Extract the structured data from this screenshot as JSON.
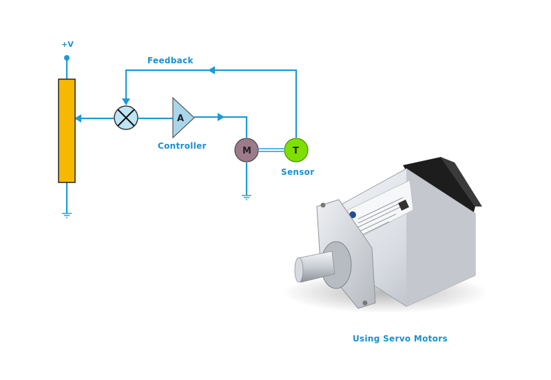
{
  "labels": {
    "supply": "+V",
    "feedback": "Feedback",
    "controller": "Controller",
    "sensor": "Sensor",
    "caption": "Using Servo Motors"
  },
  "nodes": {
    "amplifier": "A",
    "motor": "M",
    "tachometer": "T"
  },
  "colors": {
    "wire": "#1a9ad8",
    "potentiometer": "#f6b800",
    "summing_junction": "#bfe4f4",
    "amplifier": "#a9d6ea",
    "motor": "#9c7a8a",
    "tachometer": "#7fe000",
    "label": "#1a8fd0"
  },
  "icons": {
    "summing": "cross-circle-icon",
    "ground": "ground-icon"
  }
}
